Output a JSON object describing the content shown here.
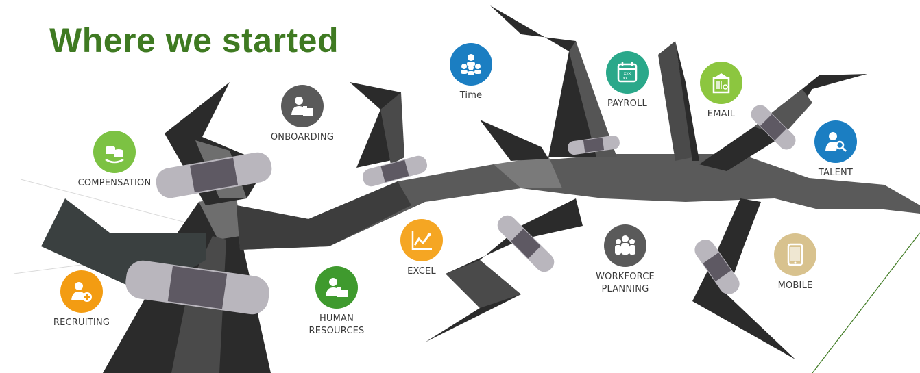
{
  "title": "Where we started",
  "colors": {
    "title": "#3f7a22",
    "tree_dark": "#2b2b2b",
    "tree_mid": "#555555",
    "tree_light": "#6e6e6e",
    "bandage": "#b9b6bd",
    "bandage_pad": "#5e5963"
  },
  "nodes": [
    {
      "id": "compensation",
      "label": "COMPENSATION",
      "color": "#7cc243",
      "icon": "coins-icon"
    },
    {
      "id": "onboarding",
      "label": "ONBOARDING",
      "color": "#5a5a5a",
      "icon": "person-folder-icon"
    },
    {
      "id": "time",
      "label": "Time",
      "color": "#1b7ec2",
      "icon": "team-icon"
    },
    {
      "id": "payroll",
      "label": "PAYROLL",
      "color": "#2aa88a",
      "icon": "calendar-icon"
    },
    {
      "id": "email",
      "label": "EMAIL",
      "color": "#8cc63f",
      "icon": "mailbox-icon"
    },
    {
      "id": "talent",
      "label": "TALENT",
      "color": "#1b7ec2",
      "icon": "person-search-icon"
    },
    {
      "id": "recruiting",
      "label": "RECRUITING",
      "color": "#f39c12",
      "icon": "person-add-icon"
    },
    {
      "id": "human_resources",
      "label_lines": [
        "HUMAN",
        "RESOURCES"
      ],
      "color": "#3f9a2e",
      "icon": "person-folder-icon"
    },
    {
      "id": "excel",
      "label": "EXCEL",
      "color": "#f5a623",
      "icon": "line-chart-icon"
    },
    {
      "id": "workforce_planning",
      "label_lines": [
        "WORKFORCE",
        "PLANNING"
      ],
      "color": "#5a5a5a",
      "icon": "group-icon"
    },
    {
      "id": "mobile",
      "label": "MOBILE",
      "color": "#d8c28e",
      "icon": "tablet-icon"
    }
  ]
}
